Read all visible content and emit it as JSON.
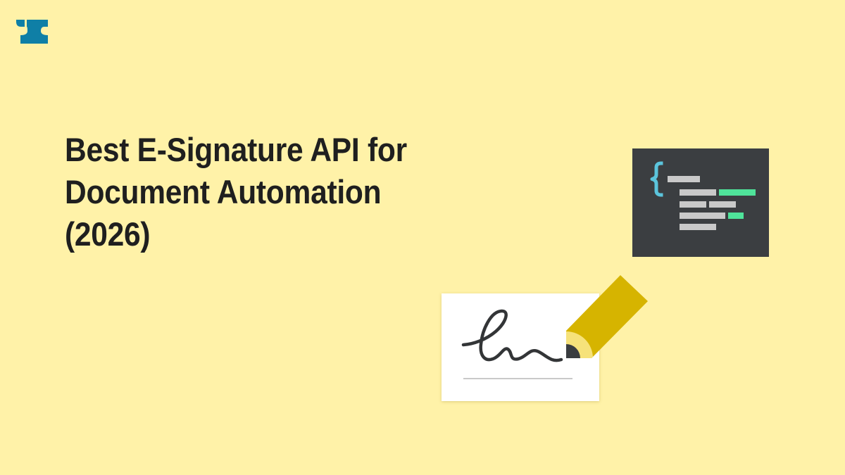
{
  "brand": {
    "logo_icon": "brand-logo-icon",
    "logo_color": "#0f7fa6"
  },
  "hero": {
    "title_lines": [
      "Best E-Signature API for",
      "Document Automation",
      "(2026)"
    ],
    "title_color": "#1f1f1f",
    "background_color": "#fff2a8"
  },
  "illustration": {
    "code_panel": {
      "icon": "code-snippet-icon",
      "background": "#3b3e41",
      "brace_glyph": "{",
      "brace_color": "#5bc4dc",
      "line_color": "#c9c9c9",
      "highlight_color": "#4fe39a"
    },
    "signature_card": {
      "icon": "signature-icon",
      "ink_color": "#333537",
      "baseline_color": "#c9c9c9"
    },
    "pencil": {
      "icon": "pencil-icon",
      "body_color": "#d6b400",
      "band_color": "#f6e27a",
      "tip_color": "#3a3d40"
    }
  }
}
